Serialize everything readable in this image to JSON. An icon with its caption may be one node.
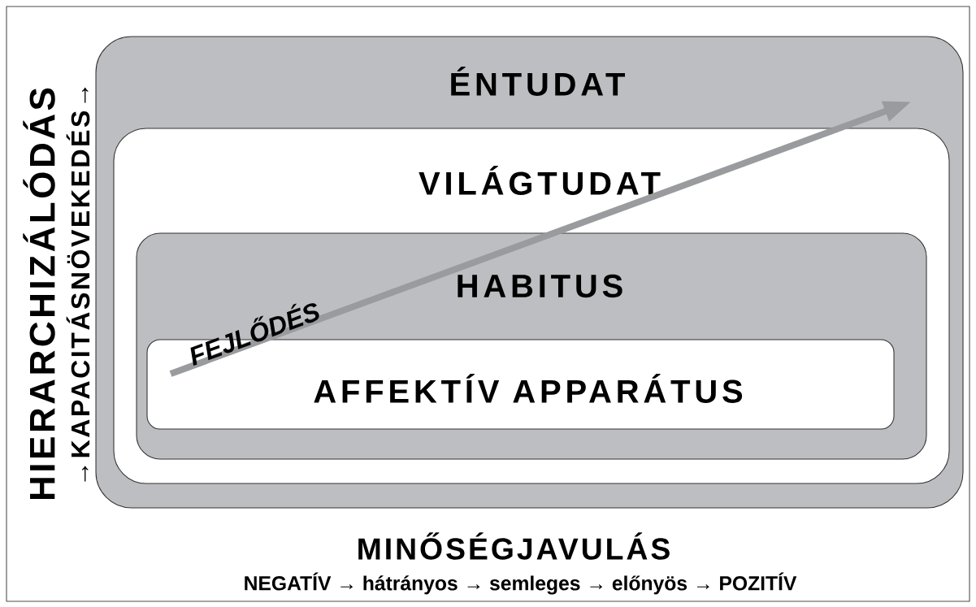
{
  "diagram": {
    "nodes": [
      {
        "text": [
          "ÉNTUDAT"
        ]
      },
      {
        "text": [
          "VILÁGTUDAT"
        ],
        "in": 0
      },
      {
        "text": [
          "HABITUS"
        ],
        "in": 1
      },
      {
        "text": [
          "AFFEKTÍV APPARÁTUS"
        ],
        "in": 2
      }
    ],
    "labels": [
      "HIERARCHIZÁLÓDÁS",
      "→KAPACITÁSNÖVEKEDÉS→",
      "FEJLŐDÉS",
      "MINŐSÉGJAVULÁS",
      "NEGATÍV → hátrányos → semleges → előnyös → POZITÍV"
    ]
  }
}
